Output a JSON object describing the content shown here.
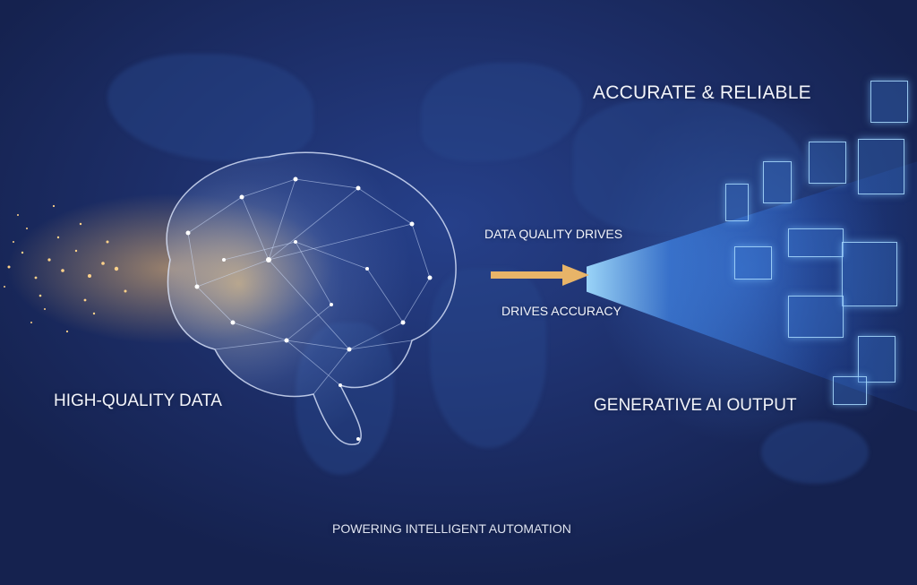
{
  "headline": {
    "accurate_reliable": "ACCURATE & RELIABLE",
    "generative_output": "GENERATIVE AI OUTPUT",
    "high_quality_data": "HIGH-QUALITY DATA"
  },
  "flow": {
    "top_caption": "DATA QUALITY DRIVES",
    "bottom_caption": "DRIVES ACCURACY",
    "arrow_color": "#e8b468"
  },
  "footer": {
    "tagline": "POWERING INTELLIGENT AUTOMATION"
  },
  "icons": {
    "brain": "brain-network-icon",
    "arrow": "arrow-right-icon",
    "panels": [
      "document-panel",
      "mountain-chart-panel",
      "radar-panel",
      "media-controls-panel",
      "schematic-panel"
    ]
  },
  "colors": {
    "background": "#1c2d66",
    "data_glow": "#ffc46e",
    "output_glow": "#5096ff",
    "text": "#f2f4fa"
  }
}
